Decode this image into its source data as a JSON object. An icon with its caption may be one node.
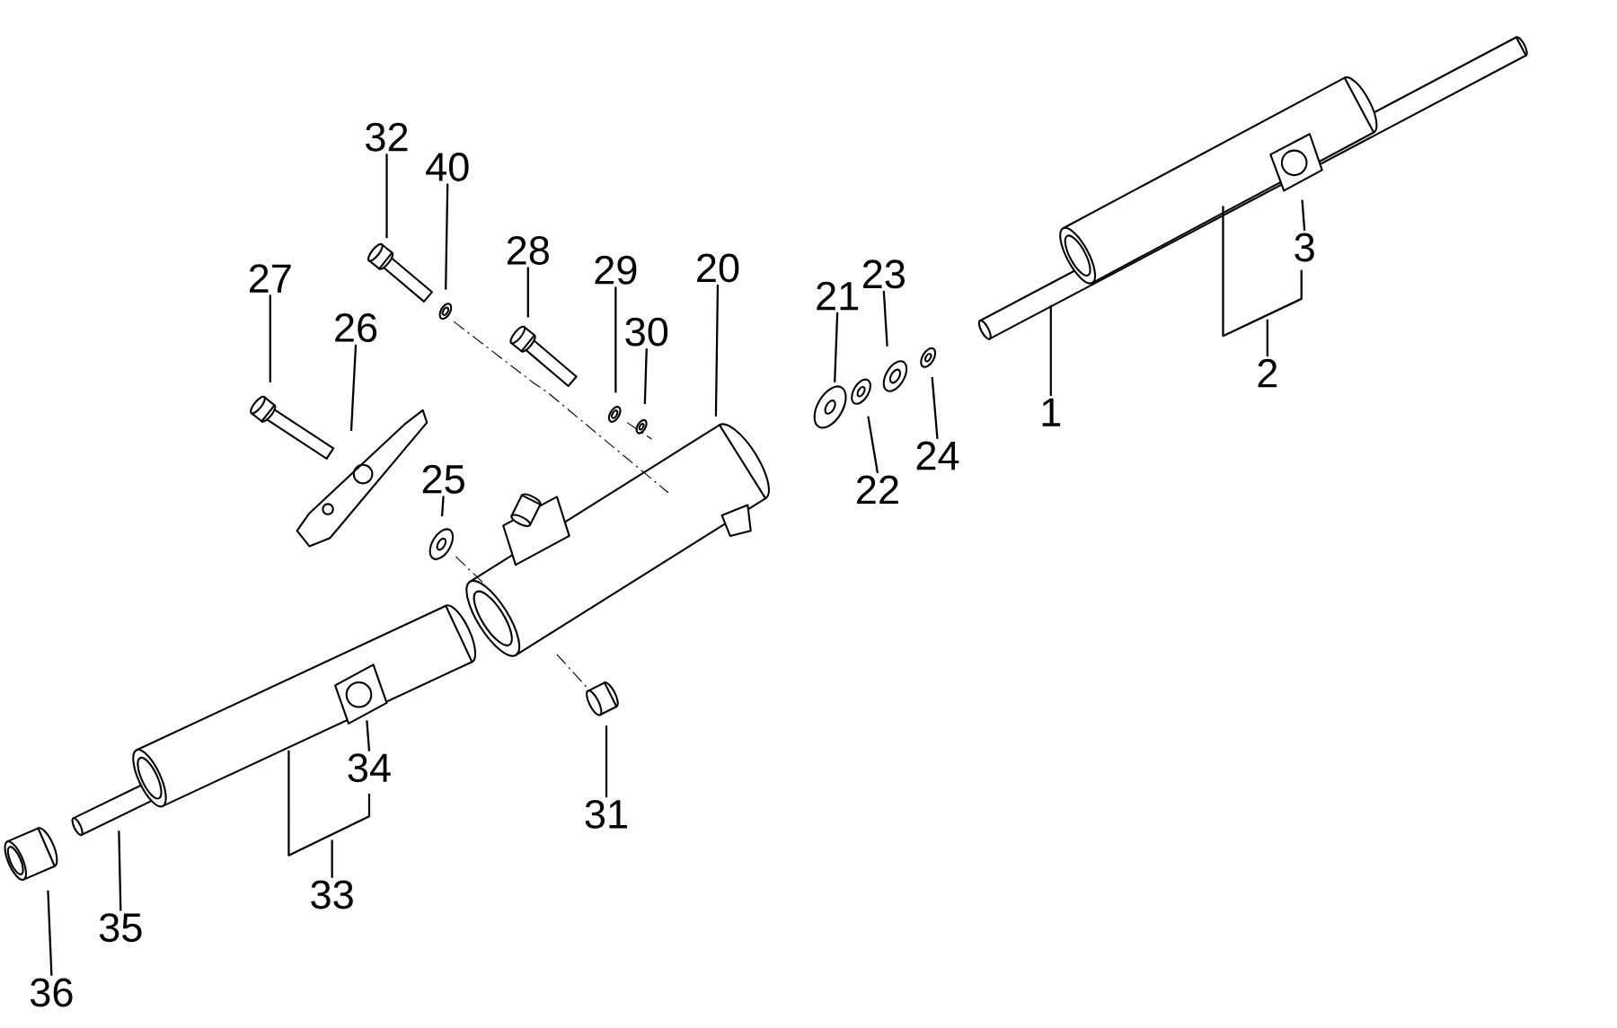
{
  "diagram": {
    "nodes": [
      {
        "text": [
          "32"
        ]
      },
      {
        "text": [
          "40"
        ]
      },
      {
        "text": [
          "28"
        ]
      },
      {
        "text": [
          "27"
        ]
      },
      {
        "text": [
          "29"
        ]
      },
      {
        "text": [
          "20"
        ]
      },
      {
        "text": [
          "26"
        ]
      },
      {
        "text": [
          "30"
        ]
      },
      {
        "text": [
          "21"
        ]
      },
      {
        "text": [
          "23"
        ]
      },
      {
        "text": [
          "3"
        ]
      },
      {
        "text": [
          "1"
        ]
      },
      {
        "text": [
          "2"
        ]
      },
      {
        "text": [
          "24"
        ]
      },
      {
        "text": [
          "22"
        ]
      },
      {
        "text": [
          "25"
        ]
      },
      {
        "text": [
          "34"
        ]
      },
      {
        "text": [
          "31"
        ]
      },
      {
        "text": [
          "33"
        ]
      },
      {
        "text": [
          "35"
        ]
      },
      {
        "text": [
          "36"
        ]
      }
    ],
    "edges": [
      {
        "from": 0,
        "to": null,
        "arrow": "none"
      },
      {
        "from": 1,
        "to": null,
        "arrow": "none"
      },
      {
        "from": 2,
        "to": null,
        "arrow": "none"
      },
      {
        "from": 3,
        "to": null,
        "arrow": "none"
      },
      {
        "from": 4,
        "to": null,
        "arrow": "none"
      },
      {
        "from": 5,
        "to": null,
        "arrow": "none"
      },
      {
        "from": 6,
        "to": null,
        "arrow": "none"
      },
      {
        "from": 7,
        "to": null,
        "arrow": "none"
      },
      {
        "from": 8,
        "to": null,
        "arrow": "none"
      },
      {
        "from": 9,
        "to": null,
        "arrow": "none"
      },
      {
        "from": 10,
        "to": null,
        "arrow": "none"
      },
      {
        "from": 11,
        "to": null,
        "arrow": "none"
      },
      {
        "from": 12,
        "to": null,
        "arrow": "none"
      },
      {
        "from": 13,
        "to": null,
        "arrow": "none"
      },
      {
        "from": 14,
        "to": null,
        "arrow": "none"
      },
      {
        "from": 15,
        "to": null,
        "arrow": "none"
      },
      {
        "from": 16,
        "to": null,
        "arrow": "none"
      },
      {
        "from": 17,
        "to": null,
        "arrow": "none"
      },
      {
        "from": 18,
        "to": null,
        "arrow": "none"
      },
      {
        "from": 19,
        "to": null,
        "arrow": "none"
      },
      {
        "from": 20,
        "to": null,
        "arrow": "none"
      }
    ]
  }
}
